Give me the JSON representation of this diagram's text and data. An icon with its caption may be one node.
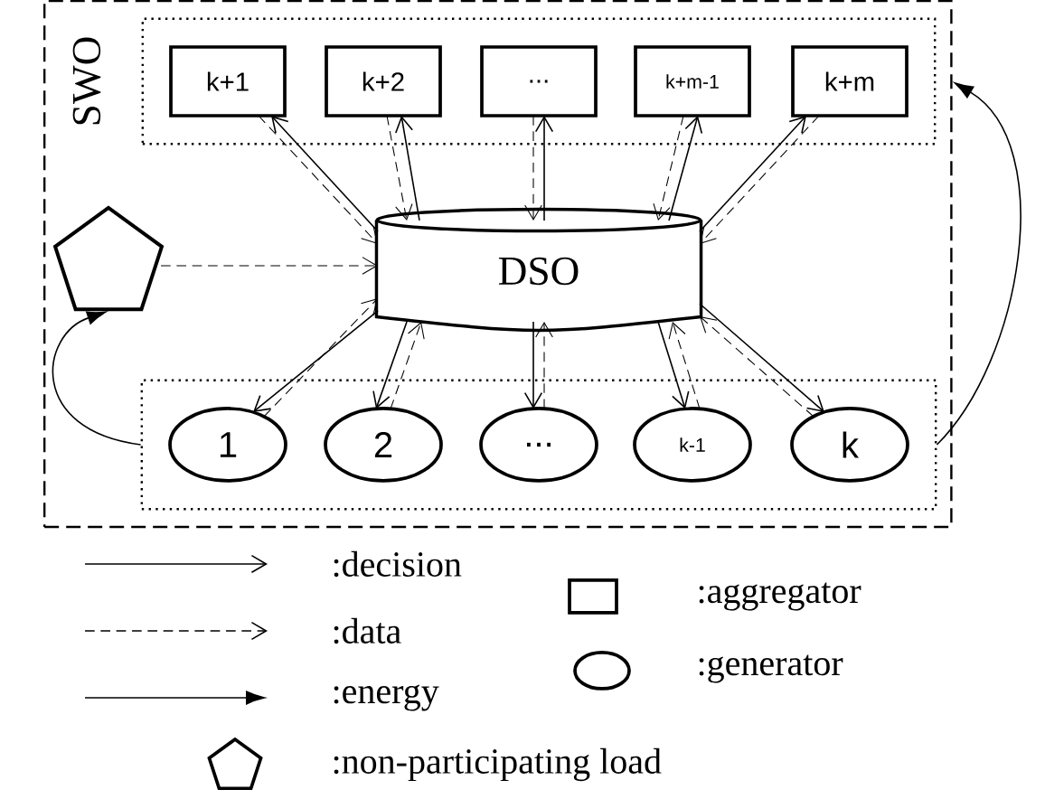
{
  "diagram": {
    "nodes": [
      {
        "text": [
          "SWO"
        ]
      },
      {
        "text": [],
        "shape": "box",
        "in": 0
      },
      {
        "text": [
          "k+1"
        ],
        "in": 1
      },
      {
        "text": [
          "k+2"
        ],
        "in": 1
      },
      {
        "text": [
          "..."
        ],
        "in": 1
      },
      {
        "text": [
          "k+m-1"
        ],
        "in": 1
      },
      {
        "text": [
          "k+m"
        ],
        "in": 1
      },
      {
        "text": [
          "DSO"
        ],
        "in": 0
      },
      {
        "text": [],
        "shape": "pentagon",
        "in": 0
      },
      {
        "text": [],
        "shape": "box",
        "in": 0
      },
      {
        "text": [
          "1"
        ],
        "in": 9
      },
      {
        "text": [
          "2"
        ],
        "in": 9
      },
      {
        "text": [
          "..."
        ],
        "in": 9
      },
      {
        "text": [
          "k-1"
        ],
        "in": 9
      },
      {
        "text": [
          "k"
        ],
        "in": 9
      }
    ],
    "edges": [
      {
        "from": 7,
        "to": 2,
        "arrow": "to"
      },
      {
        "from": 2,
        "to": 7,
        "arrow": "to",
        "style": "dashed"
      },
      {
        "from": 7,
        "to": 3,
        "arrow": "to"
      },
      {
        "from": 3,
        "to": 7,
        "arrow": "to",
        "style": "dashed"
      },
      {
        "from": 7,
        "to": 4,
        "arrow": "to"
      },
      {
        "from": 4,
        "to": 7,
        "arrow": "to",
        "style": "dashed"
      },
      {
        "from": 7,
        "to": 5,
        "arrow": "to"
      },
      {
        "from": 5,
        "to": 7,
        "arrow": "to",
        "style": "dashed"
      },
      {
        "from": 7,
        "to": 6,
        "arrow": "to"
      },
      {
        "from": 6,
        "to": 7,
        "arrow": "to",
        "style": "dashed"
      },
      {
        "from": 7,
        "to": 10,
        "arrow": "to"
      },
      {
        "from": 10,
        "to": 7,
        "arrow": "to",
        "style": "dashed"
      },
      {
        "from": 7,
        "to": 11,
        "arrow": "to"
      },
      {
        "from": 11,
        "to": 7,
        "arrow": "to",
        "style": "dashed"
      },
      {
        "from": 7,
        "to": 12,
        "arrow": "to"
      },
      {
        "from": 12,
        "to": 7,
        "arrow": "to",
        "style": "dashed"
      },
      {
        "from": 7,
        "to": 13,
        "arrow": "to"
      },
      {
        "from": 13,
        "to": 7,
        "arrow": "to",
        "style": "dashed"
      },
      {
        "from": 7,
        "to": 14,
        "arrow": "to"
      },
      {
        "from": 14,
        "to": 7,
        "arrow": "to",
        "style": "dashed"
      },
      {
        "from": 8,
        "to": 7,
        "arrow": "to",
        "style": "dashed"
      },
      {
        "from": 9,
        "to": 8,
        "arrow": "to"
      },
      {
        "from": 9,
        "to": 1,
        "arrow": "to"
      }
    ],
    "legend": [
      {
        "text": ":decision"
      },
      {
        "text": ":data"
      },
      {
        "text": ":energy"
      },
      {
        "text": ":aggregator"
      },
      {
        "text": ":generator"
      },
      {
        "text": ":non-participating load"
      }
    ]
  }
}
